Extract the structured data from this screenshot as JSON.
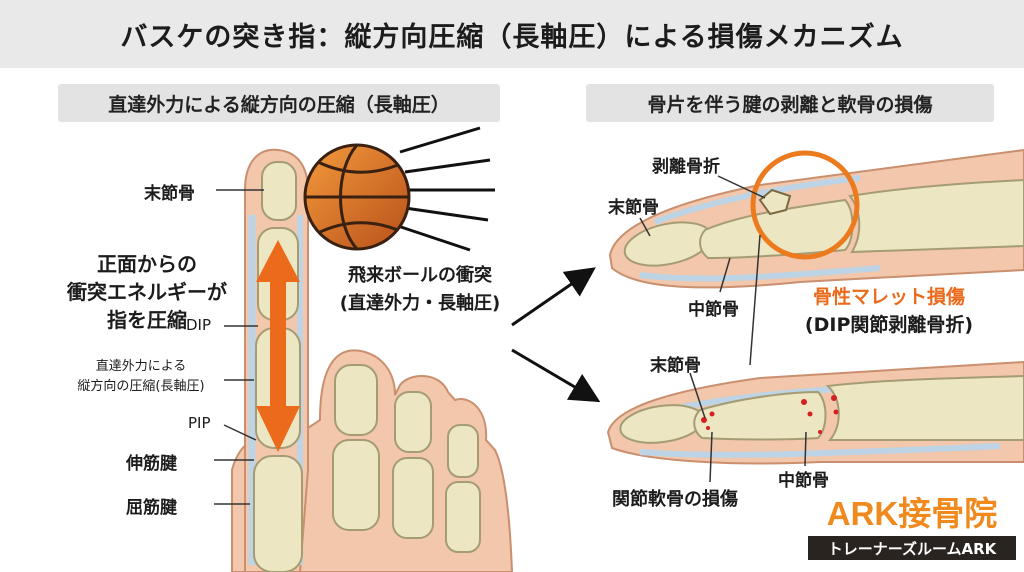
{
  "title": "バスケの突き指：縦方向圧縮（長軸圧）による損傷メカニズム",
  "left_panel": {
    "header": "直達外力による縦方向の圧縮（長軸圧）",
    "labels": {
      "distal_phalanx": "末節骨",
      "force_line1": "正面からの",
      "force_line2": "衝突エネルギーが",
      "force_line3": "指を圧縮",
      "dip": "DIP",
      "compression_line1": "直達外力による",
      "compression_line2": "縦方向の圧縮(長軸圧)",
      "pip": "PIP",
      "extensor_tendon": "伸筋腱",
      "flexor_tendon": "屈筋腱"
    }
  },
  "impact": {
    "line1": "飛来ボールの衝突",
    "line2": "(直達外力・長軸圧)"
  },
  "right_panel": {
    "header": "骨片を伴う腱の剥離と軟骨の損傷",
    "labels": {
      "avulsion_fracture": "剥離骨折",
      "distal_phalanx_top": "末節骨",
      "middle_phalanx_top": "中節骨",
      "mallet_line1": "骨性マレット損傷",
      "mallet_line2": "(DIP関節剥離骨折)",
      "distal_phalanx_bottom": "末節骨",
      "middle_phalanx_bottom": "中節骨",
      "cartilage_injury": "関節軟骨の損傷"
    }
  },
  "logo": {
    "brand": "ARK接骨院",
    "tagline": "トレーナーズルームARK"
  },
  "colors": {
    "accent": "#f08a1e",
    "skin": "#f2c7ab",
    "bone": "#ede6c2",
    "tendon": "#bcd4e6",
    "injury": "#d42020"
  }
}
